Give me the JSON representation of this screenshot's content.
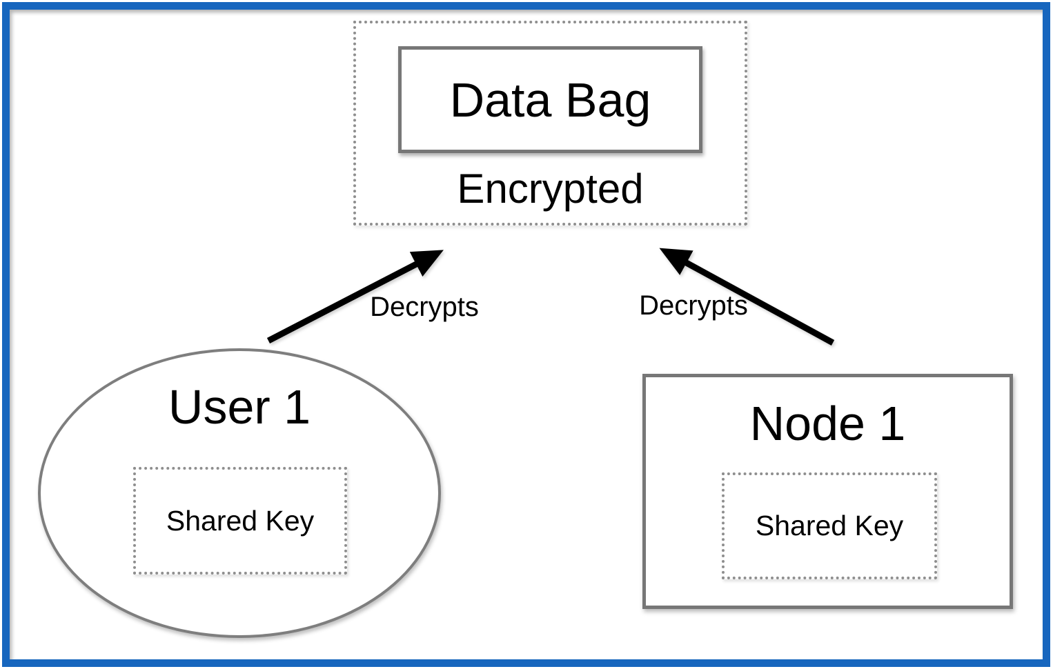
{
  "diagram": {
    "title_box": {
      "label": "Data Bag",
      "state": "Encrypted"
    },
    "actors": {
      "user": {
        "label": "User 1",
        "key": "Shared Key"
      },
      "node": {
        "label": "Node 1",
        "key": "Shared Key"
      }
    },
    "arrows": [
      {
        "label": "Decrypts",
        "from": "User 1",
        "to": "Data Bag"
      },
      {
        "label": "Decrypts",
        "from": "Node 1",
        "to": "Data Bag"
      }
    ],
    "colors": {
      "frame": "#1766BE",
      "box_border": "#777777",
      "dotted_border": "#8e8e8e",
      "arrow": "#000000"
    }
  }
}
